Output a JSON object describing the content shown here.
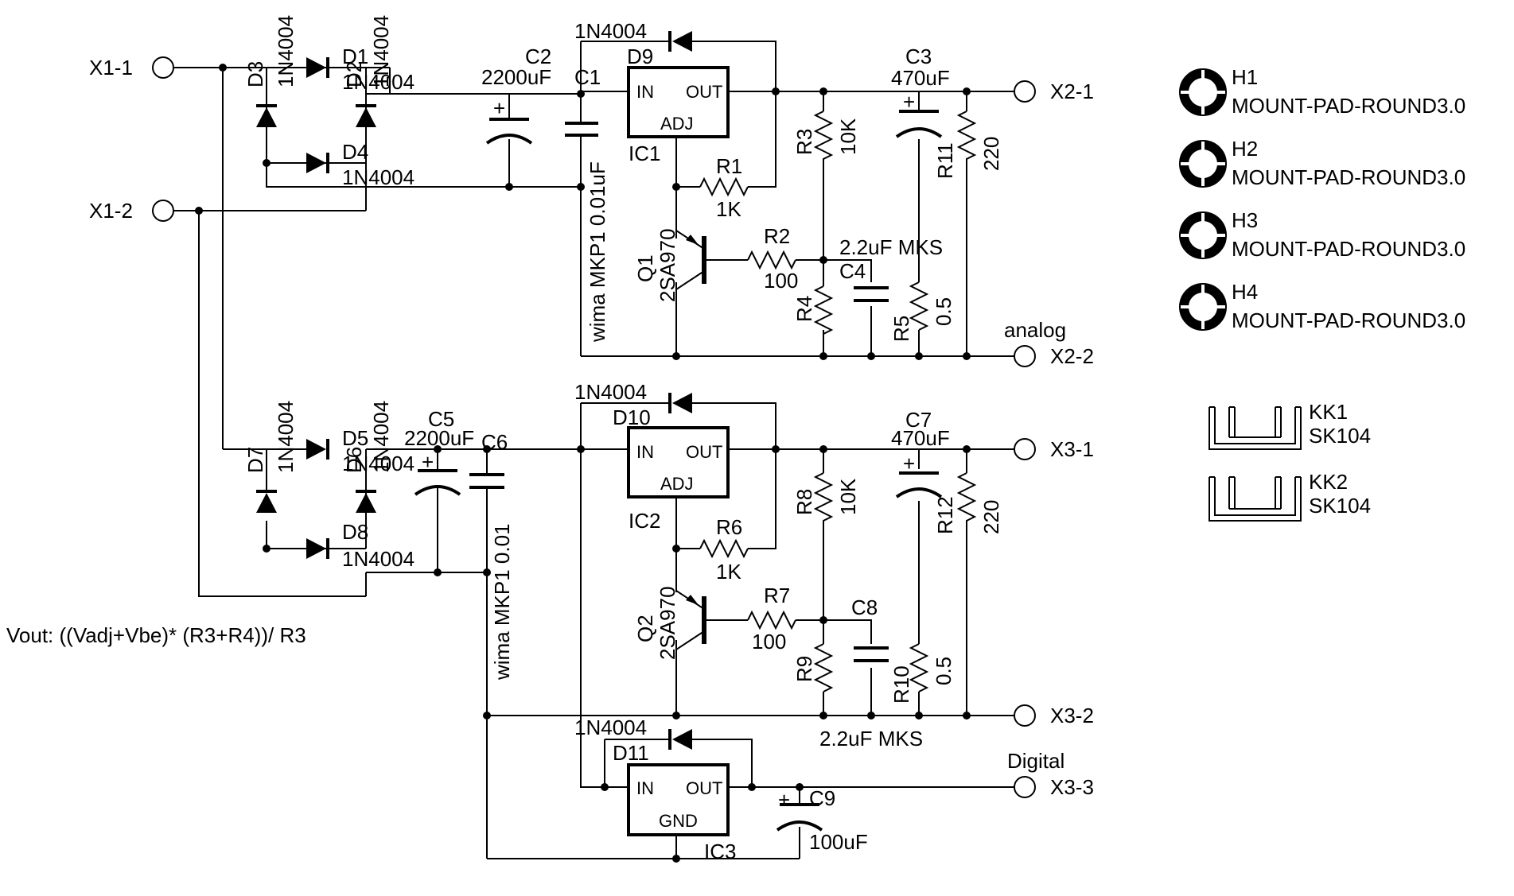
{
  "terminals": {
    "x1_1": "X1-1",
    "x1_2": "X1-2",
    "x2_1": "X2-1",
    "x2_2": "X2-2",
    "x3_1": "X3-1",
    "x3_2": "X3-2",
    "x3_3": "X3-3"
  },
  "net_labels": {
    "analog": "analog",
    "digital": "Digital"
  },
  "formula": "Vout: ((Vadj+Vbe)* (R3+R4))/ R3",
  "diodes": {
    "d1": "D1",
    "d2": "D2",
    "d3": "D3",
    "d4": "D4",
    "d5": "D5",
    "d6": "D6",
    "d7": "D7",
    "d8": "D8",
    "d9": "D9",
    "d10": "D10",
    "d11": "D11",
    "value": "1N4004"
  },
  "capacitors": {
    "c1": {
      "name": "C1",
      "value": "wima MKP1 0.01uF"
    },
    "c2": {
      "name": "C2",
      "value": "2200uF"
    },
    "c3": {
      "name": "C3",
      "value": "470uF"
    },
    "c4": {
      "name": "C4",
      "value": "2.2uF MKS"
    },
    "c5": {
      "name": "C5",
      "value": "2200uF"
    },
    "c6": {
      "name": "C6",
      "value": "wima MKP1 0.01"
    },
    "c7": {
      "name": "C7",
      "value": "470uF"
    },
    "c8": {
      "name": "C8",
      "value": "2.2uF MKS"
    },
    "c9": {
      "name": "C9",
      "value": "100uF"
    },
    "plus": "+"
  },
  "resistors": {
    "r1": {
      "name": "R1",
      "value": "1K"
    },
    "r2": {
      "name": "R2",
      "value": "100"
    },
    "r3": {
      "name": "R3",
      "value": "10K"
    },
    "r4": {
      "name": "R4",
      "value": ""
    },
    "r5": {
      "name": "R5",
      "value": "0.5"
    },
    "r6": {
      "name": "R6",
      "value": "1K"
    },
    "r7": {
      "name": "R7",
      "value": "100"
    },
    "r8": {
      "name": "R8",
      "value": "10K"
    },
    "r9": {
      "name": "R9",
      "value": ""
    },
    "r10": {
      "name": "R10",
      "value": "0.5"
    },
    "r11": {
      "name": "R11",
      "value": "220"
    },
    "r12": {
      "name": "R12",
      "value": "220"
    }
  },
  "transistors": {
    "q1": {
      "name": "Q1",
      "value": "2SA970"
    },
    "q2": {
      "name": "Q2",
      "value": "2SA970"
    }
  },
  "regulators": {
    "ic1": {
      "name": "IC1",
      "pin_in": "IN",
      "pin_out": "OUT",
      "pin_adj": "ADJ"
    },
    "ic2": {
      "name": "IC2",
      "pin_in": "IN",
      "pin_out": "OUT",
      "pin_adj": "ADJ"
    },
    "ic3": {
      "name": "IC3",
      "pin_in": "IN",
      "pin_out": "OUT",
      "pin_gnd": "GND"
    }
  },
  "mount_pads": [
    {
      "name": "H1",
      "value": "MOUNT-PAD-ROUND3.0"
    },
    {
      "name": "H2",
      "value": "MOUNT-PAD-ROUND3.0"
    },
    {
      "name": "H3",
      "value": "MOUNT-PAD-ROUND3.0"
    },
    {
      "name": "H4",
      "value": "MOUNT-PAD-ROUND3.0"
    }
  ],
  "heatsinks": [
    {
      "name": "KK1",
      "value": "SK104"
    },
    {
      "name": "KK2",
      "value": "SK104"
    }
  ]
}
